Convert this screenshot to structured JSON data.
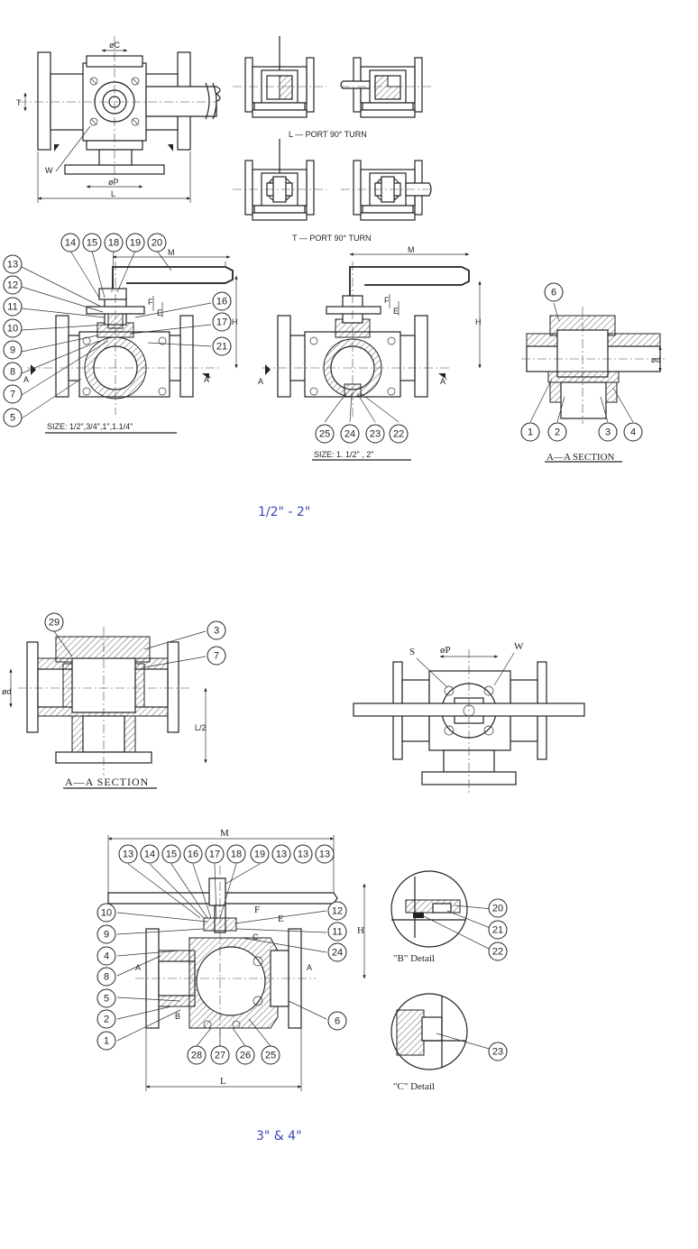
{
  "labels": {
    "l_port": "L — PORT 90° TURN",
    "t_port": "T — PORT 90° TURN",
    "size_small": "SIZE: 1/2\",3/4\",1\",1.1/4\"",
    "size_large": "SIZE: 1. 1/2\" , 2\"",
    "aa_section": "A—A SECTION",
    "aa_section_big": "A—A SECTION",
    "b_detail": "\"B\" Detail",
    "c_detail": "\"C\" Detail",
    "range_small": "1/2\" - 2\"",
    "range_large": "3\" & 4\""
  },
  "dims": {
    "oc": "øC",
    "t": "T",
    "w": "W",
    "op": "øP",
    "l": "L",
    "m": "M",
    "h": "H",
    "f": "F",
    "e": "E",
    "a": "A",
    "a_prime": "A'",
    "od": "ød",
    "l2": "L/2",
    "s": "S",
    "op_big": "øP",
    "w_big": "W",
    "m_big": "M",
    "l_big": "L",
    "h_big": "H",
    "f_big": "F",
    "e_big": "E",
    "c_big": "C",
    "b_big": "B",
    "a_big": "A"
  },
  "bubbles_top_left": [
    "14",
    "15",
    "18",
    "19",
    "20",
    "13",
    "12",
    "11",
    "10",
    "9",
    "8",
    "7",
    "5",
    "16",
    "17",
    "21"
  ],
  "bubbles_top_mid": [
    "25",
    "24",
    "23",
    "22"
  ],
  "bubbles_aa": [
    "6",
    "1",
    "2",
    "3",
    "4"
  ],
  "bubbles_big_section": [
    "29",
    "3",
    "7"
  ],
  "bubbles_big_top": [
    "13",
    "14",
    "15",
    "16",
    "17",
    "18",
    "19",
    "13",
    "13",
    "13"
  ],
  "bubbles_big_left": [
    "10",
    "9",
    "4",
    "8",
    "5",
    "2",
    "1"
  ],
  "bubbles_big_right": [
    "12",
    "11",
    "24",
    "6"
  ],
  "bubbles_big_bottom": [
    "28",
    "27",
    "26",
    "25"
  ],
  "bubbles_detail": [
    "20",
    "21",
    "22",
    "23"
  ]
}
